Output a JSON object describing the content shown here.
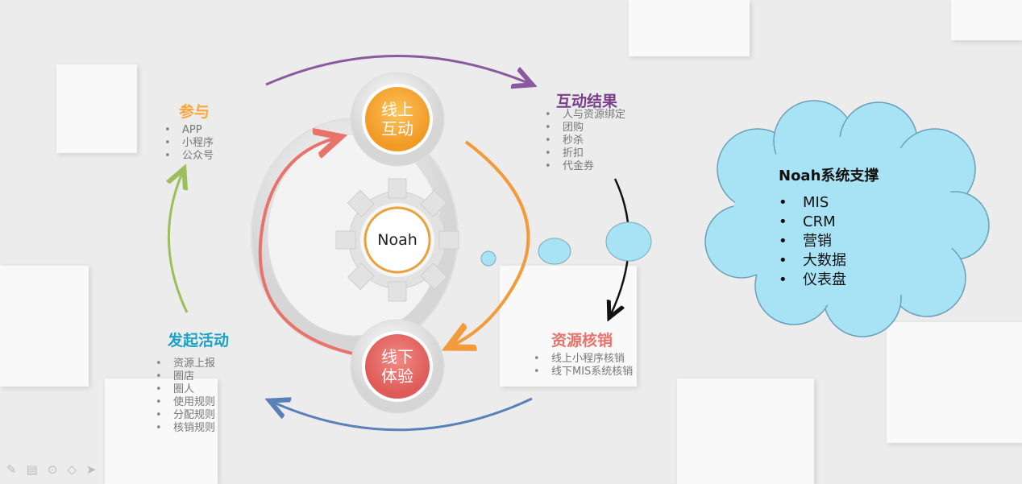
{
  "center": {
    "label": "Noah"
  },
  "nodes": {
    "top": "线上\n互动",
    "top1": "线上",
    "top2": "互动",
    "bottom1": "线下",
    "bottom2": "体验"
  },
  "participate": {
    "title": "参与",
    "items": [
      "APP",
      "小程序",
      "公众号"
    ]
  },
  "results": {
    "title": "互动结果",
    "items": [
      "人与资源绑定",
      "团购",
      "秒杀",
      "折扣",
      "代金券"
    ]
  },
  "writeoff": {
    "title": "资源核销",
    "items": [
      "线上小程序核销",
      "线下MIS系统核销"
    ]
  },
  "launch": {
    "title": "发起活动",
    "items": [
      "资源上报",
      "圈店",
      "圈人",
      "使用规则",
      "分配规则",
      "核销规则"
    ]
  },
  "cloud": {
    "title": "Noah系统支撑",
    "items": [
      "MIS",
      "CRM",
      "营销",
      "大数据",
      "仪表盘"
    ]
  },
  "colors": {
    "participate": "#f7a940",
    "results": "#7a3f8a",
    "writeoff": "#e8736b",
    "launch": "#1aa3c4",
    "cloud": "#a8e3f5"
  }
}
